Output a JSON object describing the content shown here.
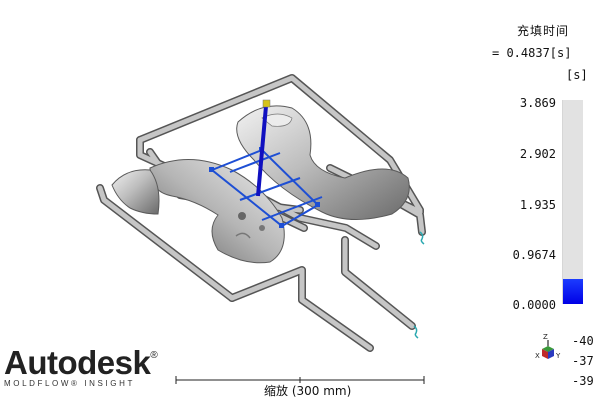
{
  "result": {
    "title": "充填时间",
    "value_text": "= 0.4837[s]",
    "unit": "[s]"
  },
  "scale": {
    "labels": [
      "3.869",
      "2.902",
      "1.935",
      "0.9674",
      "0.0000"
    ],
    "max": 3.869,
    "current": 0.4837
  },
  "triad": {
    "labels": [
      "-40",
      "-37",
      "-39"
    ],
    "axes": {
      "x": "X",
      "y": "Y",
      "z": "Z"
    }
  },
  "footer": {
    "zoom_label": "缩放 (300 mm)",
    "brand": "Autodesk",
    "brand_mark": "®",
    "brand_sub": "MOLDFLOW® INSIGHT"
  },
  "colors": {
    "runner_fill": "#c4c4c4",
    "runner_edge": "#555555",
    "cooling_line": "#1e4fd4",
    "sprue": "#1010c0",
    "scale_fill": "#0a0aef",
    "scale_empty": "#e2e2e2"
  }
}
